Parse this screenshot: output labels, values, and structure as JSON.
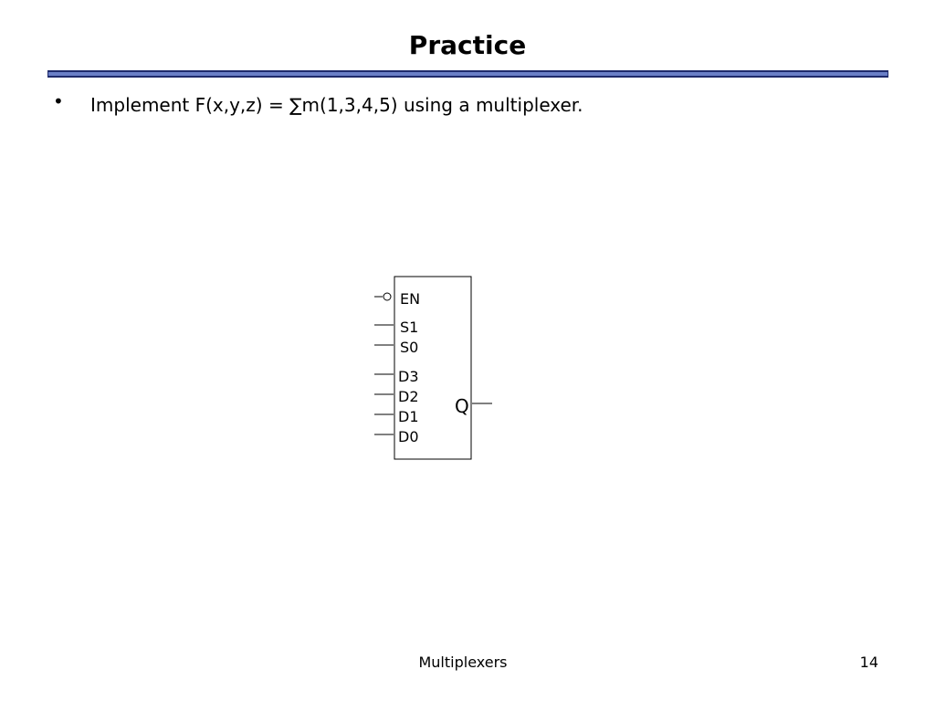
{
  "slide": {
    "title": "Practice",
    "bullets": [
      {
        "mark": "•",
        "text": "Implement F(x,y,z) = ∑m(1,3,4,5) using a multiplexer."
      }
    ]
  },
  "mux": {
    "enable_label": "EN",
    "select_labels": [
      "S1",
      "S0"
    ],
    "data_labels": [
      "D3",
      "D2",
      "D1",
      "D0"
    ],
    "output_label": "Q"
  },
  "footer": {
    "center_text": "Multiplexers",
    "page_number": "14"
  },
  "colors": {
    "rule_fill": "#6a7fc7",
    "rule_border": "#1e2a6b",
    "text": "#000000",
    "background": "#ffffff"
  }
}
